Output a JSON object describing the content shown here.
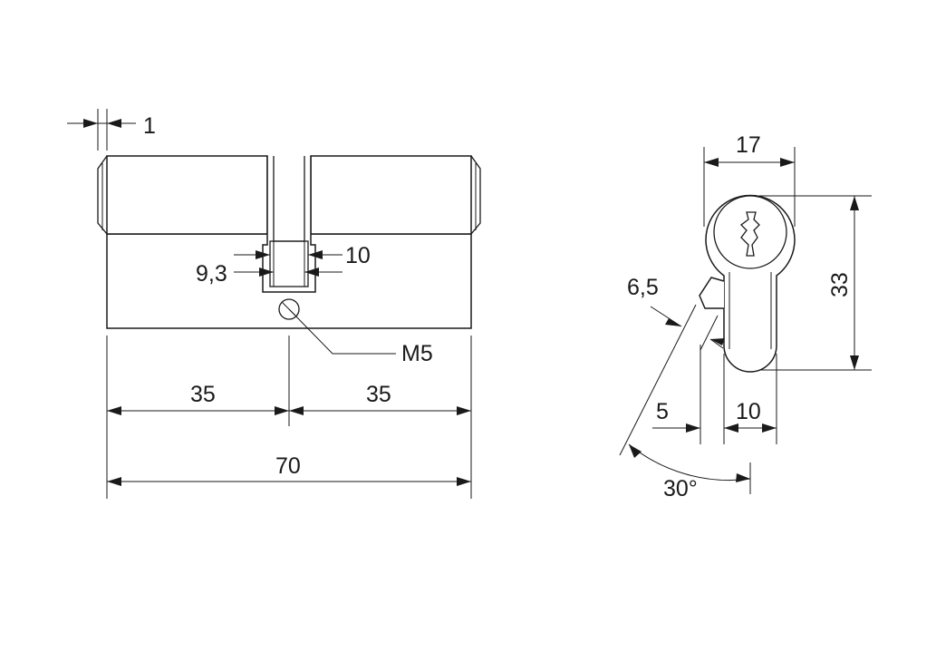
{
  "drawing": {
    "type": "technical-drawing",
    "subject": "euro-profile-double-cylinder",
    "side_view": {
      "dim_flange_offset": "1",
      "dim_cam_width": "10",
      "dim_cam_inner": "9,3",
      "dim_screw_label": "M5",
      "dim_left_half": "35",
      "dim_right_half": "35",
      "dim_total_length": "70"
    },
    "profile_view": {
      "dim_width": "17",
      "dim_height": "33",
      "dim_cam_tip": "6,5",
      "dim_cam_offset": "5",
      "dim_bottom_width": "10",
      "dim_angle": "30°"
    }
  }
}
